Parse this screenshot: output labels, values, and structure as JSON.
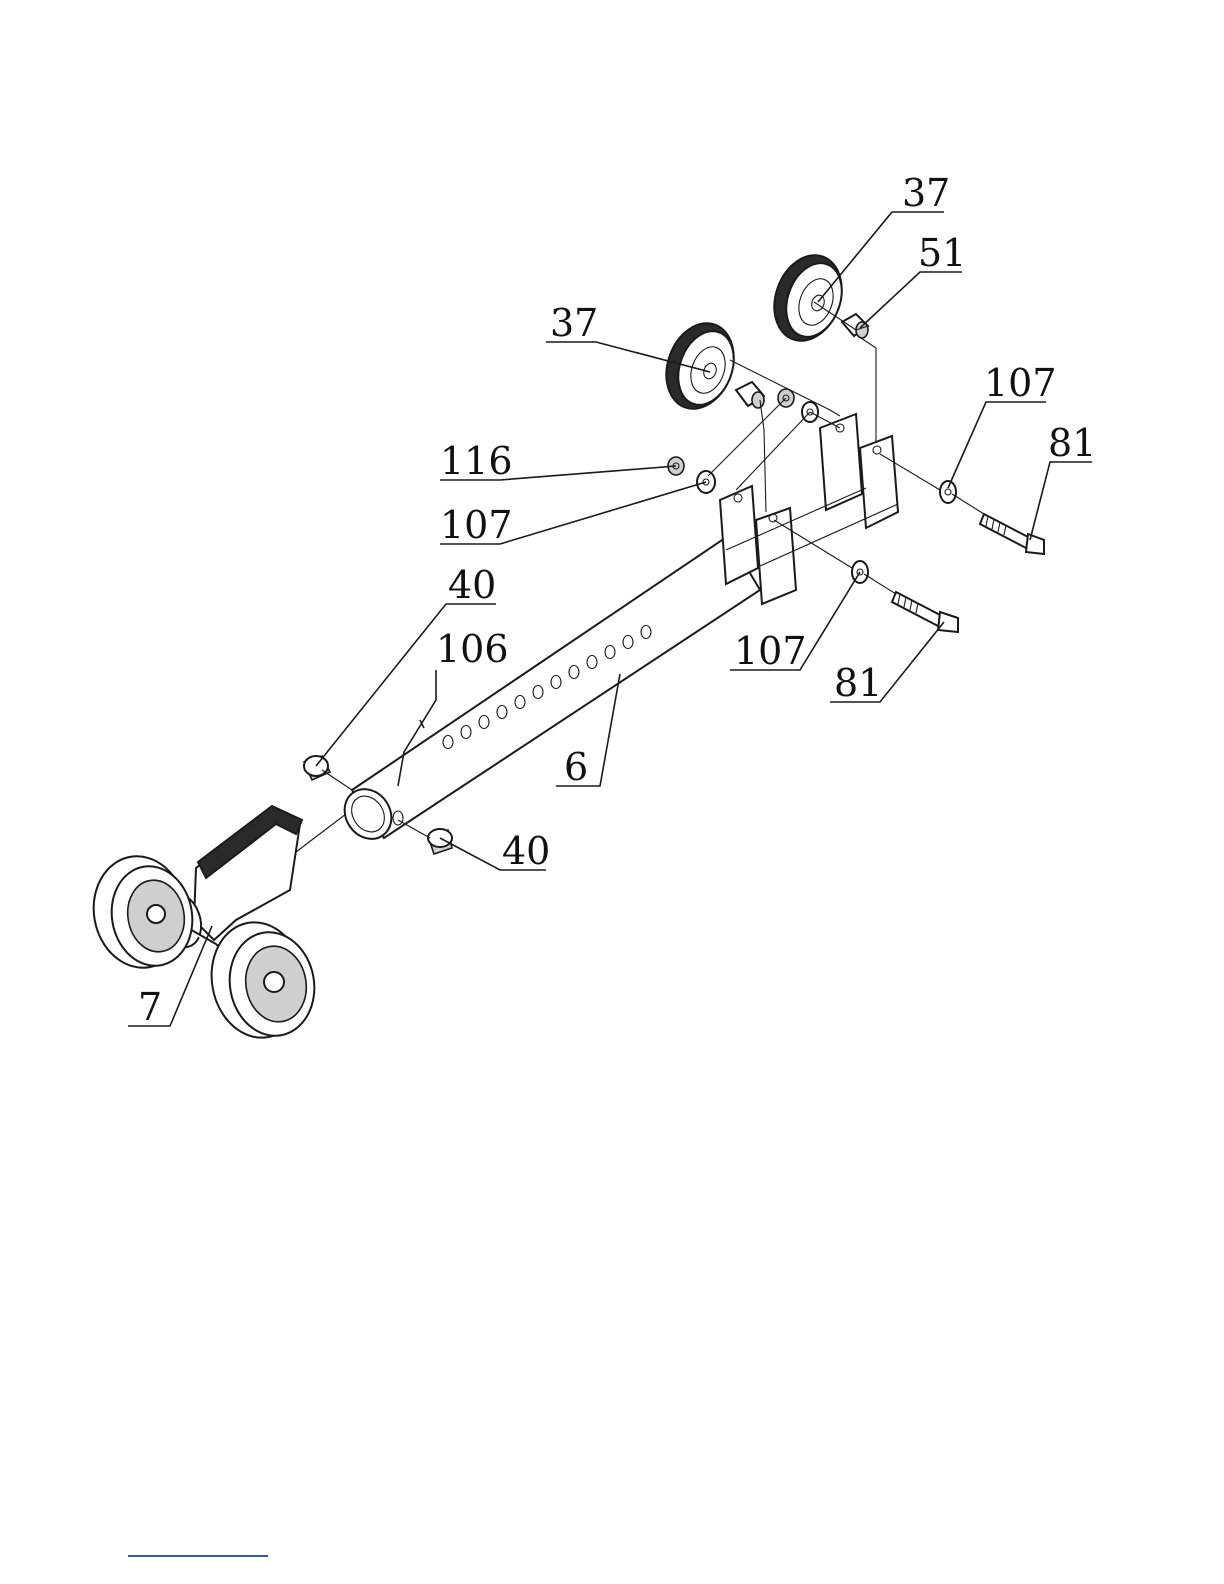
{
  "callouts": [
    {
      "id": "c37a",
      "label": "37"
    },
    {
      "id": "c51",
      "label": "51"
    },
    {
      "id": "c37b",
      "label": "37"
    },
    {
      "id": "c107a",
      "label": "107"
    },
    {
      "id": "c81a",
      "label": "81"
    },
    {
      "id": "c116",
      "label": "116"
    },
    {
      "id": "c107b",
      "label": "107"
    },
    {
      "id": "c40a",
      "label": "40"
    },
    {
      "id": "c106",
      "label": "106"
    },
    {
      "id": "c107c",
      "label": "107"
    },
    {
      "id": "c81b",
      "label": "81"
    },
    {
      "id": "c6",
      "label": "6"
    },
    {
      "id": "c40b",
      "label": "40"
    },
    {
      "id": "c7",
      "label": "7"
    }
  ],
  "colors": {
    "line": "#1a1a1a",
    "footer_rule": "#2b5fb4"
  }
}
